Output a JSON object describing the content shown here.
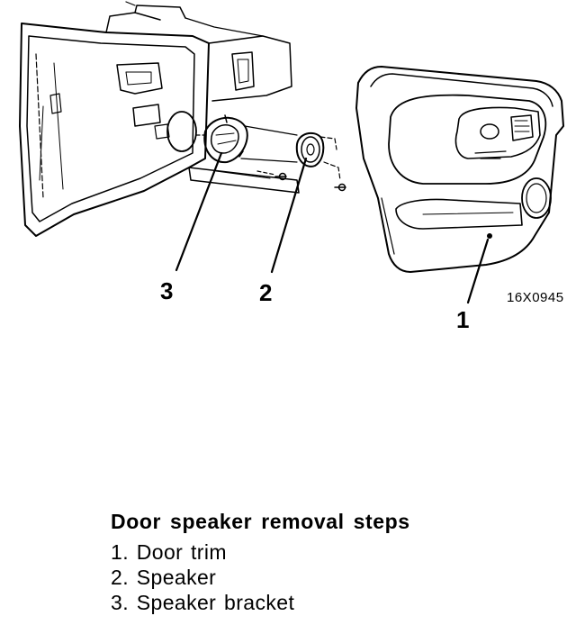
{
  "figure": {
    "callouts": [
      {
        "id": "callout-3",
        "label": "3"
      },
      {
        "id": "callout-2",
        "label": "2"
      },
      {
        "id": "callout-1",
        "label": "1"
      }
    ],
    "image_code": "16X0945"
  },
  "steps": {
    "title": "Door speaker removal steps",
    "items": [
      {
        "label": "1. Door trim"
      },
      {
        "label": "2. Speaker"
      },
      {
        "label": "3. Speaker bracket"
      }
    ]
  }
}
